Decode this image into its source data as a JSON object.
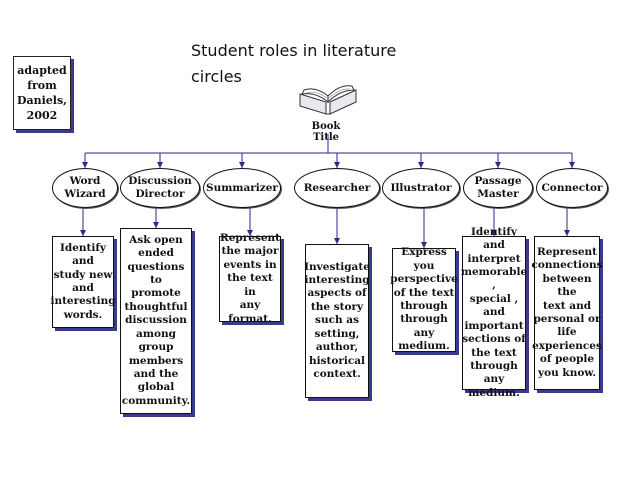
{
  "title": "Student roles in literature circles",
  "source_note": "adapted\nfrom\nDaniels,\n2002",
  "book_title": "Book Title",
  "roles": [
    {
      "name": "Word\nWizard",
      "description": "Identify and\nstudy new\nand\ninteresting\nwords."
    },
    {
      "name": "Discussion\nDirector",
      "description": "Ask open\nended\nquestions to\npromote\nthoughtful\ndiscussion\namong group\nmembers\nand the\nglobal\ncommunity."
    },
    {
      "name": "Summarizer",
      "description": "Represent\nthe major\nevents in\nthe text in\nany format."
    },
    {
      "name": "Researcher",
      "description": "Investigate\ninteresting\naspects of\nthe story\nsuch as\nsetting,\nauthor,\nhistorical\ncontext."
    },
    {
      "name": "Illustrator",
      "description": "Express you\nperspective\nof the text\nthrough\nthrough any\nmedium."
    },
    {
      "name": "Passage\nMaster",
      "description": "Identify and\ninterpret\nmemorable ,\nspecial , and\nimportant\nsections of\nthe text\nthrough any\nmedium."
    },
    {
      "name": "Connector",
      "description": "Represent\nconnections\nbetween the\ntext and\npersonal or\nlife\nexperiences\nof people\nyou know."
    }
  ],
  "colors": {
    "line": "#2a2a8a",
    "shadow": "#3b3b8c"
  }
}
